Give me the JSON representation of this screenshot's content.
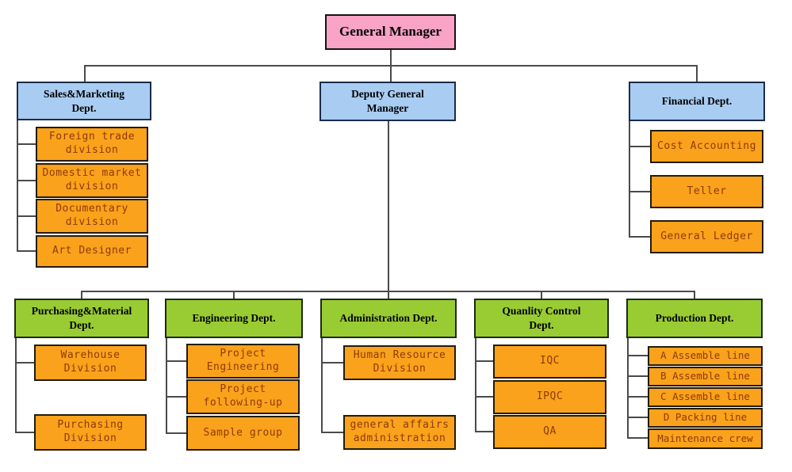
{
  "colors": {
    "pink": "#F9A3C7",
    "blue": "#A9CDF2",
    "green": "#99CC33",
    "orange": "#FAA21B",
    "orange_text": "#8D3B0B",
    "connector": "#4a4a4a"
  },
  "org": {
    "root": "General Manager",
    "level2": [
      {
        "label": "Sales&Marketing\nDept.",
        "children": [
          "Foreign trade\ndivision",
          "Domestic market\ndivision",
          "Documentary\ndivision",
          "Art Designer"
        ]
      },
      {
        "label": "Deputy General\nManager",
        "children": []
      },
      {
        "label": "Financial Dept.",
        "children": [
          "Cost Accounting",
          "Teller",
          "General Ledger"
        ]
      }
    ],
    "level3": [
      {
        "label": "Purchasing&Material\nDept.",
        "children": [
          "Warehouse\nDivision",
          "Purchasing\nDivision"
        ]
      },
      {
        "label": "Engineering Dept.",
        "children": [
          "Project\nEngineering",
          "Project\nfollowing-up",
          "Sample group"
        ]
      },
      {
        "label": "Administration Dept.",
        "children": [
          "Human Resource\nDivision",
          "general affairs\nadministration"
        ]
      },
      {
        "label": "Quanlity Control\nDept.",
        "children": [
          "IQC",
          "IPQC",
          "QA"
        ]
      },
      {
        "label": "Production Dept.",
        "children": [
          "A Assemble line",
          "B Assemble line",
          "C Assemble line",
          "D Packing line",
          "Maintenance crew"
        ]
      }
    ]
  }
}
